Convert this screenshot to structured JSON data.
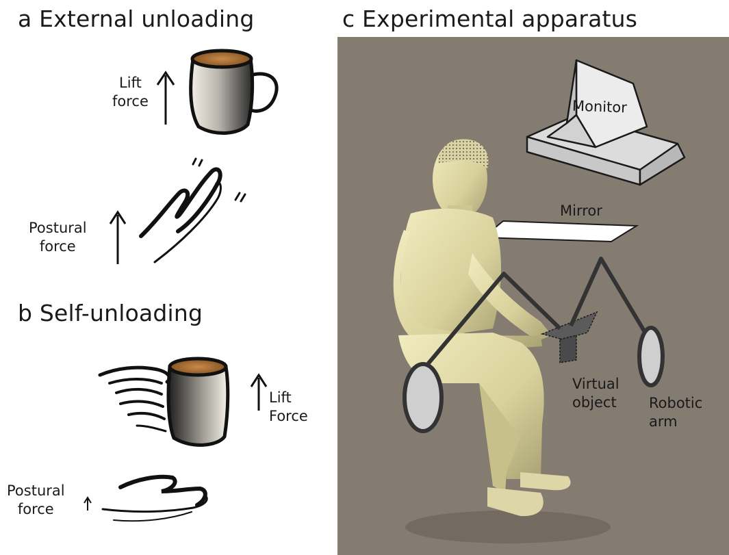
{
  "panel_a": {
    "title": "a  External unloading",
    "lift_label": [
      "Lift",
      "force"
    ],
    "postural_label": [
      "Postural",
      "force"
    ]
  },
  "panel_b": {
    "title": "b  Self-unloading",
    "lift_label": [
      "Lift",
      "Force"
    ],
    "postural_label": [
      "Postural",
      "force"
    ]
  },
  "panel_c": {
    "title": "c  Experimental apparatus",
    "monitor_label": "Monitor",
    "mirror_label": "Mirror",
    "virtual_object_label": [
      "Virtual",
      "object"
    ],
    "robotic_arm_label": [
      "Robotic",
      "arm"
    ],
    "background_color": "#857c71"
  }
}
